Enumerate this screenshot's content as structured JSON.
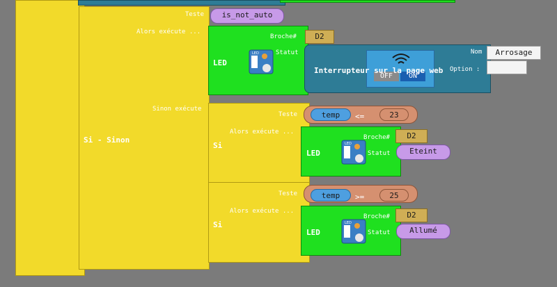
{
  "top_block": {
    "teste_label": "Teste",
    "condition": "is_not_auto",
    "alors_label": "Alors exécute ..."
  },
  "led1": {
    "title": "LED",
    "broche_label": "Broche#",
    "broche_value": "D2",
    "statut_label": "Statut"
  },
  "switch": {
    "label": "Interrupteur sur la page web",
    "off": "OFF",
    "on": "ON",
    "nom_label": "Nom",
    "nom_value": "Arrosage",
    "option_label": "Option :",
    "option_value": ""
  },
  "si_sinon": {
    "label": "Si - Sinon",
    "sinon_label": "Sinon exécute"
  },
  "si1": {
    "label": "Si",
    "teste_label": "Teste",
    "alors_label": "Alors exécute ...",
    "var": "temp",
    "op": "<=",
    "num": "23",
    "led": {
      "title": "LED",
      "broche_label": "Broche#",
      "broche_value": "D2",
      "statut_label": "Statut",
      "statut_value": "Eteint"
    }
  },
  "si2": {
    "label": "Si",
    "teste_label": "Teste",
    "alors_label": "Alors exécute ...",
    "var": "temp",
    "op": ">=",
    "num": "25",
    "led": {
      "title": "LED",
      "broche_label": "Broche#",
      "broche_value": "D2",
      "statut_label": "Statut",
      "statut_value": "Allumé"
    }
  }
}
